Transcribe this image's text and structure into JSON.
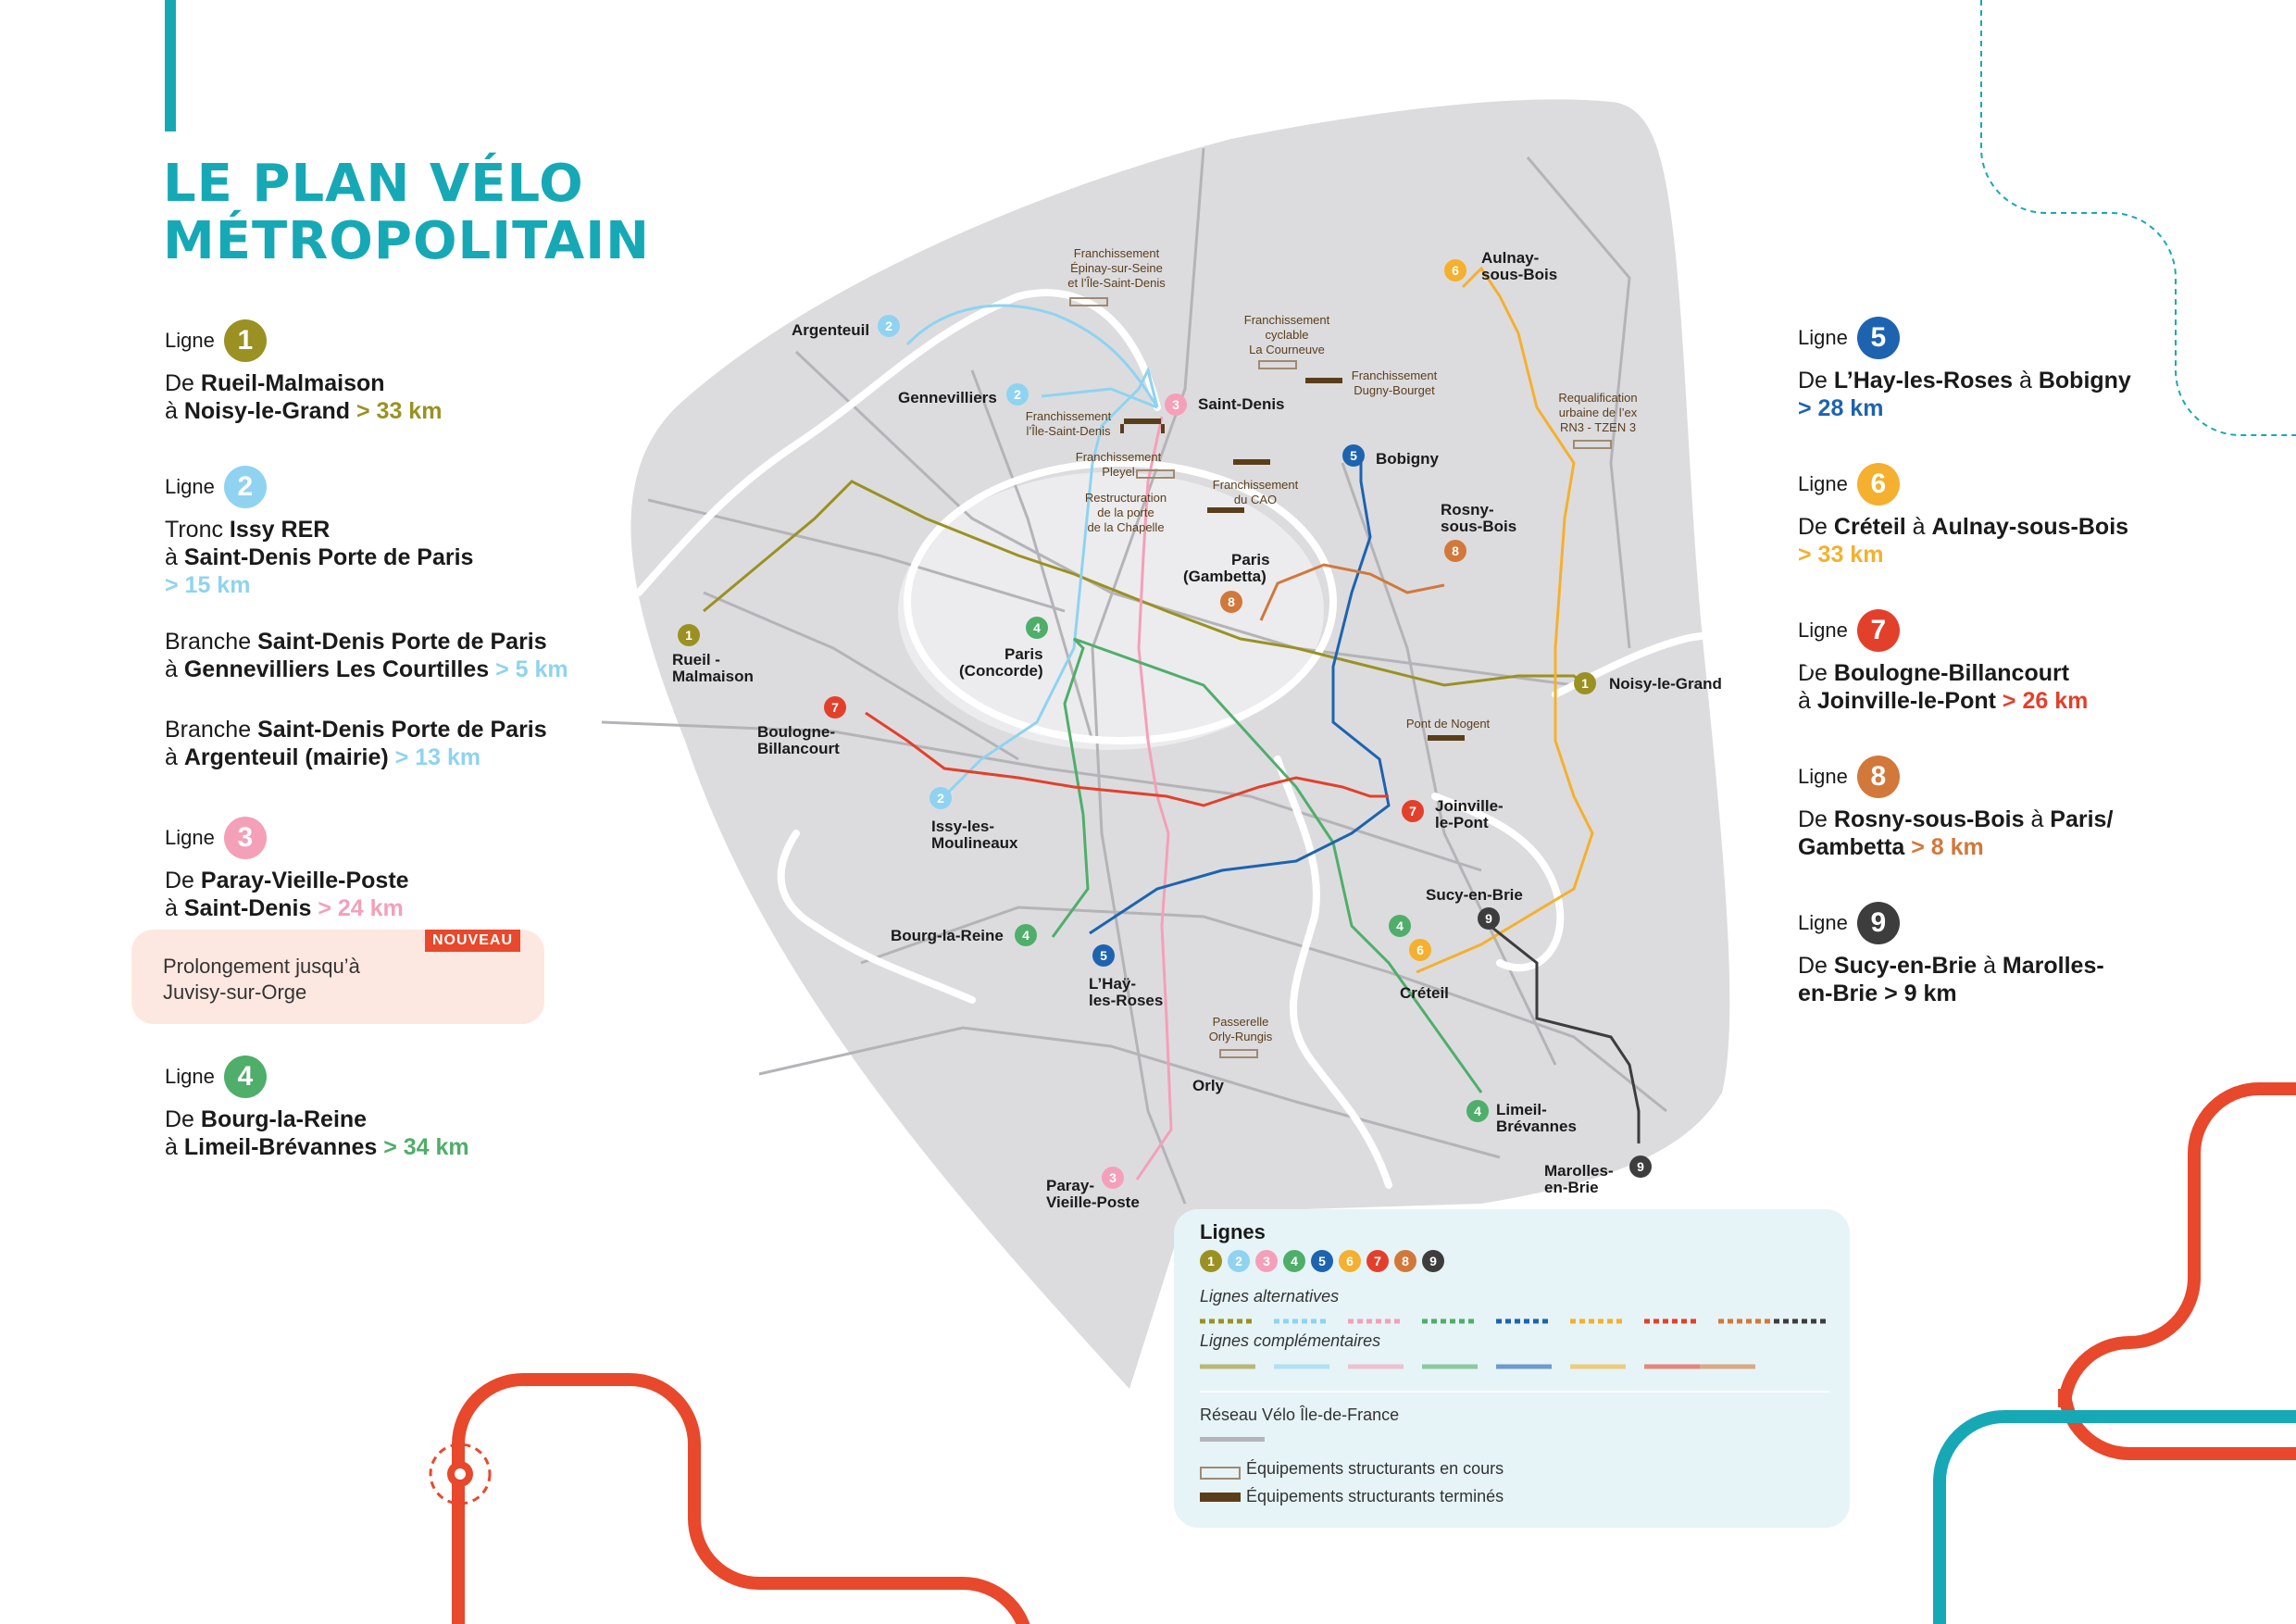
{
  "title": [
    "LE PLAN VÉLO",
    "MÉTROPOLITAIN"
  ],
  "ligne_word": "Ligne",
  "colors": {
    "l1": "#9a9122",
    "l2": "#8fd3f0",
    "l3": "#f4a0b8",
    "l4": "#4fae6a",
    "l5": "#1d63b0",
    "l6": "#f4b02e",
    "l7": "#e3402b",
    "l8": "#d2783a",
    "l9": "#3d3d3d",
    "teal": "#16a9b5",
    "orange": "#e8482b"
  },
  "lines": [
    {
      "num": "1",
      "from_pre": "De ",
      "from": "Rueil-Malmaison",
      "to_pre": "à ",
      "to": "Noisy-le-Grand",
      "km": " > 33 km"
    },
    {
      "num": "2",
      "from_pre": "Tronc ",
      "from": "Issy RER",
      "to_pre": "à ",
      "to": "Saint-Denis Porte de Paris",
      "km": "> 15 km"
    },
    {
      "num": "3",
      "from_pre": "De ",
      "from": "Paray-Vieille-Poste",
      "to_pre": "à ",
      "to": "Saint-Denis",
      "km": " > 24 km"
    },
    {
      "num": "4",
      "from_pre": "De ",
      "from": "Bourg-la-Reine",
      "to_pre": "à ",
      "to": "Limeil-Brévannes",
      "km": " > 34 km"
    },
    {
      "num": "5",
      "from_pre": "De ",
      "from": "L’Hay-les-Roses",
      "mid": " à ",
      "to": "Bobigny",
      "km": "> 28 km"
    },
    {
      "num": "6",
      "from_pre": "De ",
      "from": "Créteil",
      "mid": " à ",
      "to": "Aulnay-sous-Bois",
      "km": "> 33 km"
    },
    {
      "num": "7",
      "from_pre": "De ",
      "from": "Boulogne-Billancourt",
      "to_pre": "à ",
      "to": "Joinville-le-Pont",
      "km": " > 26 km"
    },
    {
      "num": "8",
      "from_pre": "De ",
      "from": "Rosny-sous-Bois",
      "mid": " à ",
      "to": "Paris/",
      "to2": "Gambetta",
      "km": " > 8 km"
    },
    {
      "num": "9",
      "from_pre": "De ",
      "from": "Sucy-en-Brie",
      "mid": " à ",
      "to": "Marolles-",
      "to2": "en-Brie",
      "km": " > 9 km"
    }
  ],
  "branches": [
    {
      "pre": "Branche ",
      "from": "Saint-Denis Porte de Paris",
      "to_pre": "à ",
      "to": "Gennevilliers Les Courtilles",
      "km": " > 5 km"
    },
    {
      "pre": "Branche ",
      "from": "Saint-Denis Porte de Paris",
      "to_pre": "à ",
      "to": "Argenteuil (mairie)",
      "km": " > 13 km"
    }
  ],
  "nouveau": {
    "badge": "NOUVEAU",
    "line1": "Prolongement jusqu’à",
    "line2": "Juvisy-sur-Orge"
  },
  "map_labels": {
    "argenteuil": "Argenteuil",
    "gennevilliers": "Gennevilliers",
    "saint_denis": "Saint-Denis",
    "bobigny": "Bobigny",
    "aulnay": [
      "Aulnay-",
      "sous-Bois"
    ],
    "rosny": [
      "Rosny-",
      "sous-Bois"
    ],
    "gambetta": [
      "Paris",
      "(Gambetta)"
    ],
    "concorde": [
      "Paris",
      "(Concorde)"
    ],
    "rueil": [
      "Rueil -",
      "Malmaison"
    ],
    "boulogne": [
      "Boulogne-",
      "Billancourt"
    ],
    "issy": [
      "Issy-les-",
      "Moulineaux"
    ],
    "noisy": "Noisy-le-Grand",
    "joinville": [
      "Joinville-",
      "le-Pont"
    ],
    "sucy": "Sucy-en-Brie",
    "creteil": "Créteil",
    "bourg": "Bourg-la-Reine",
    "hay": [
      "L’Haÿ-",
      "les-Roses"
    ],
    "orly": "Orly",
    "limeil": [
      "Limeil-",
      "Brévannes"
    ],
    "marolles": [
      "Marolles-",
      "en-Brie"
    ],
    "paray": [
      "Paray-",
      "Vieille-Poste"
    ]
  },
  "facilities": {
    "epinay": [
      "Franchissement",
      "Épinay-sur-Seine",
      "et l’Île-Saint-Denis"
    ],
    "courneuve": [
      "Franchissement",
      "cyclable",
      "La Courneuve"
    ],
    "dugny": [
      "Franchissement",
      "Dugny-Bourget"
    ],
    "ile_st_denis": [
      "Franchissement",
      "l’Île-Saint-Denis"
    ],
    "pleyel": [
      "Franchissement",
      "Pleyel"
    ],
    "cao": [
      "Franchissement",
      "du CAO"
    ],
    "chapelle": [
      "Restructuration",
      "de la porte",
      "de la Chapelle"
    ],
    "rn3": [
      "Requalification",
      "urbaine de l’ex",
      "RN3 - TZEN 3"
    ],
    "nogent": "Pont de Nogent",
    "orly_rungis": [
      "Passerelle",
      "Orly-Rungis"
    ]
  },
  "key": {
    "title": "Lignes",
    "alt": "Lignes alternatives",
    "comp": "Lignes complémentaires",
    "reseau": "Réseau Vélo Île-de-France",
    "en_cours": "Équipements structurants en cours",
    "termines": "Équipements structurants terminés"
  }
}
